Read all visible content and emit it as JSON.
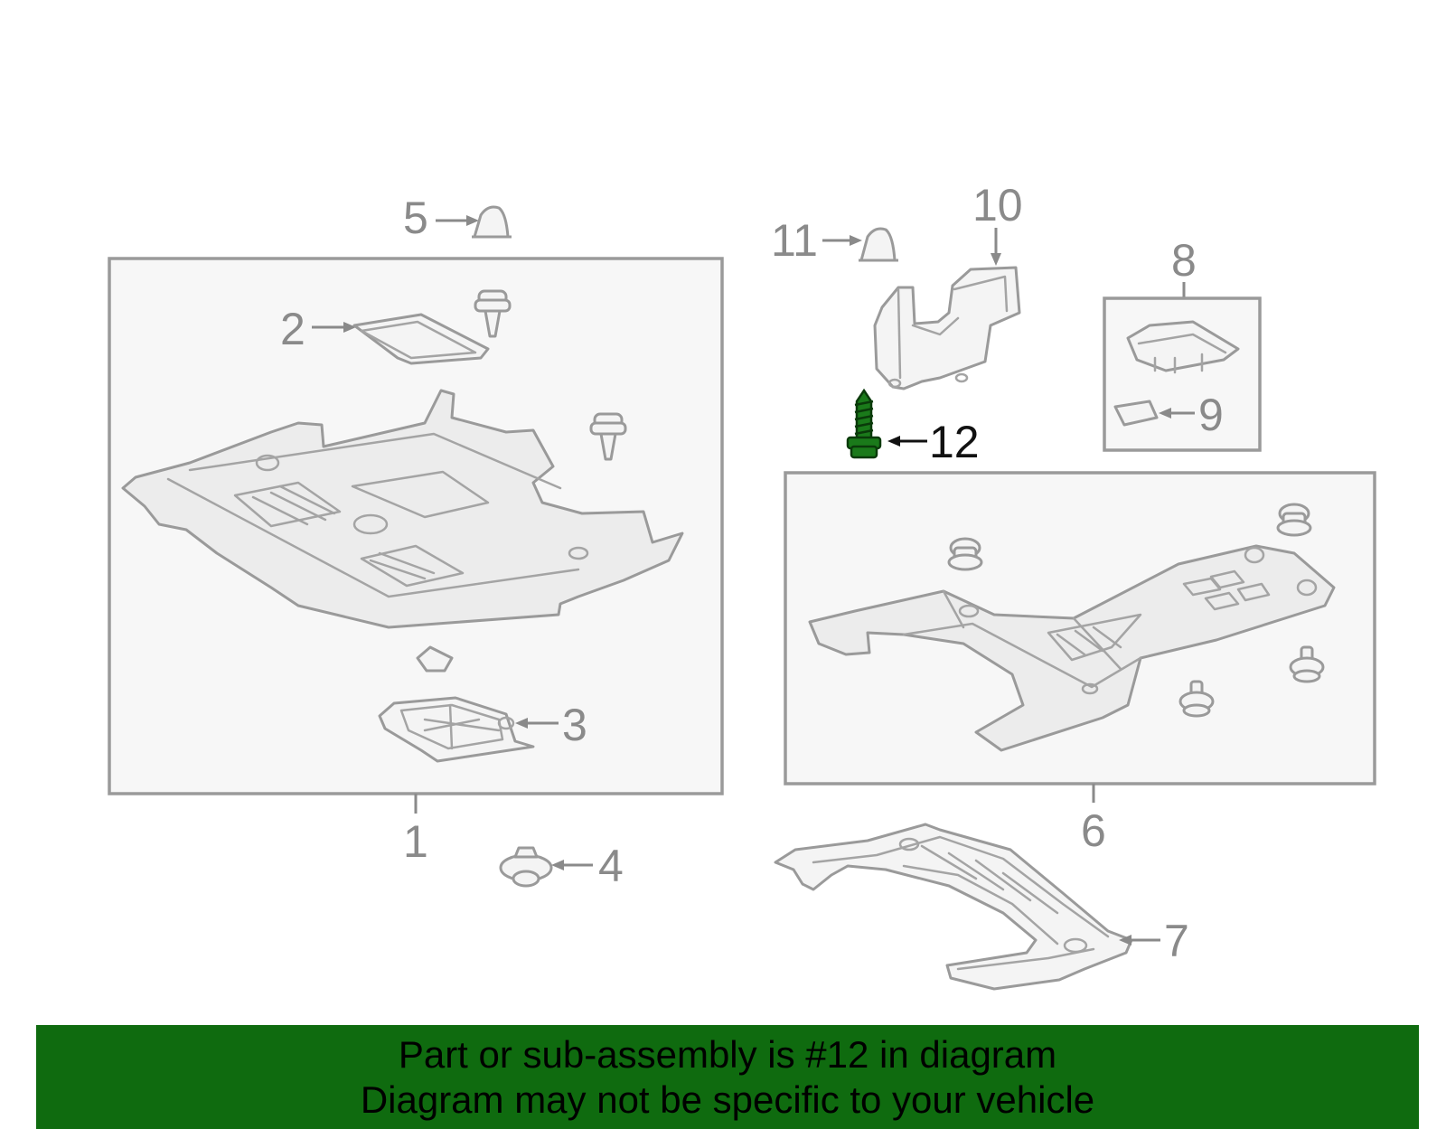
{
  "diagram": {
    "highlight_color": "#1a7a1a",
    "highlighted_callout": "12",
    "callouts": {
      "c1": "1",
      "c2": "2",
      "c3": "3",
      "c4": "4",
      "c5": "5",
      "c6": "6",
      "c7": "7",
      "c8": "8",
      "c9": "9",
      "c10": "10",
      "c11": "11",
      "c12": "12"
    }
  },
  "footer": {
    "line1": "Part or sub-assembly is #12 in diagram",
    "line2": "Diagram may not be specific to your vehicle",
    "background_color": "#0f6b0f"
  }
}
